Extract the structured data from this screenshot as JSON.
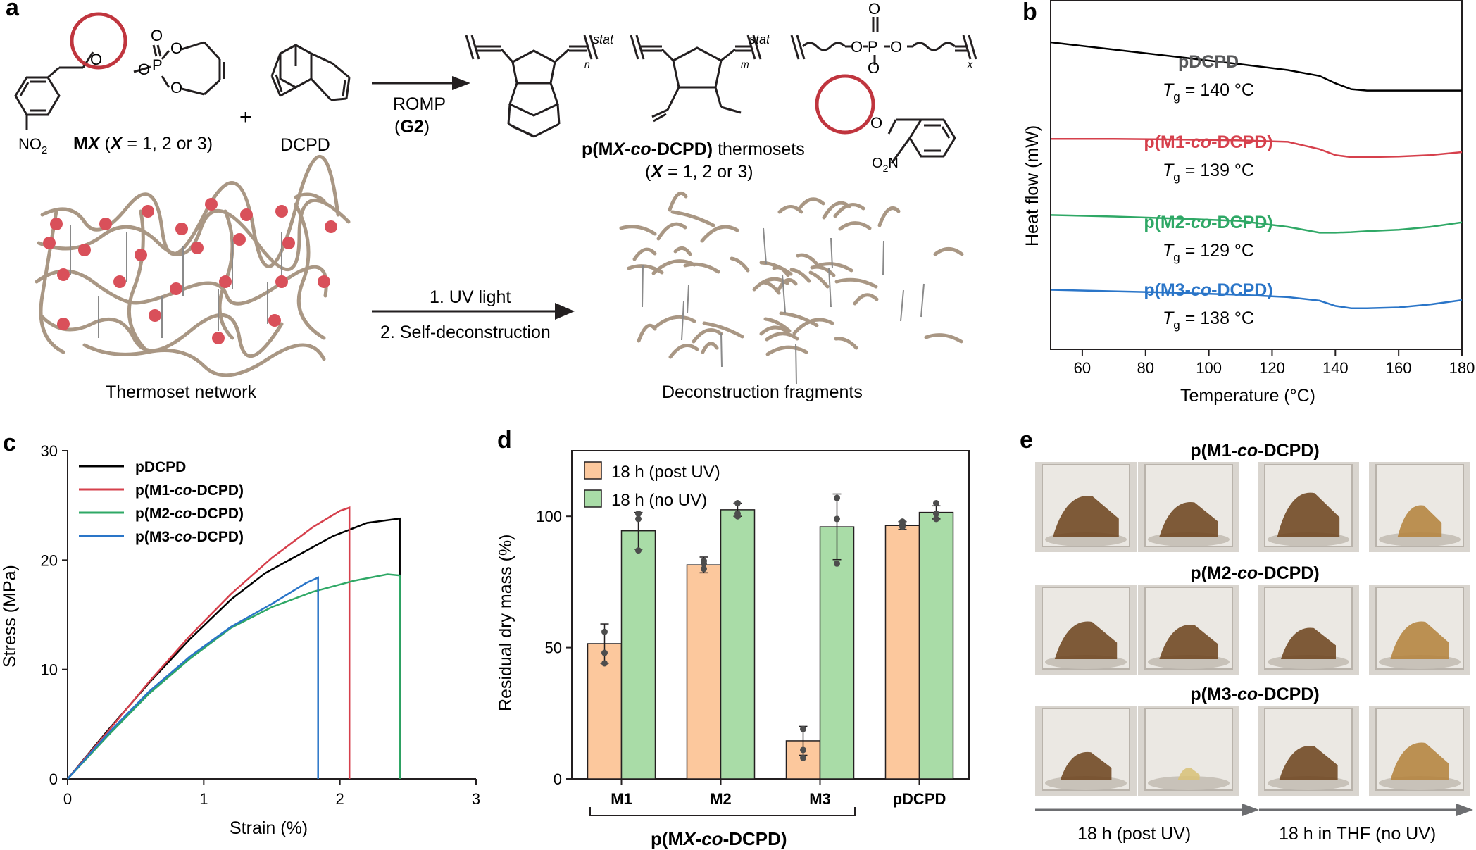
{
  "colors": {
    "black": "#000000",
    "red": "#d6404c",
    "green": "#2fa866",
    "blue": "#2a75c8",
    "ring": "#c0353e",
    "brown": "#a99784",
    "orange_bar": "#fcc89d",
    "green_bar": "#a9dca7",
    "text": "#231f20",
    "grey_arrow": "#6d6e71"
  },
  "panel_a": {
    "label": "a",
    "monomer": {
      "no2": "NO",
      "no2_sub": "2",
      "name_prefix": "M",
      "name_x": "X",
      "name_paren": " (",
      "name_x2": "X",
      "name_rest": " = 1, 2 or 3)"
    },
    "atoms": {
      "O": "O",
      "P": "P",
      "N": "N"
    },
    "plus": "+",
    "dcpd": "DCPD",
    "reagent": "ROMP",
    "catalyst_open": "(",
    "catalyst": "G2",
    "catalyst_close": ")",
    "polymer": {
      "stat1": "stat",
      "stat2": "stat",
      "n": "n",
      "m": "m",
      "x": "x",
      "name": "p(MX-co-DCPD) thermosets",
      "range": "(X = 1, 2 or 3)",
      "o2n": "O",
      "o2n_sub": "2",
      "o2n_n": "N"
    },
    "step1": "1. UV light",
    "step2": "2. Self-deconstruction",
    "network_label": "Thermoset network",
    "fragments_label": "Deconstruction fragments"
  },
  "panel_b": {
    "label": "b",
    "xlabel": "Temperature (°C)",
    "ylabel": "Heat flow (mW)",
    "ticks": [
      "60",
      "80",
      "100",
      "120",
      "140",
      "160",
      "180"
    ],
    "series": [
      {
        "name": "pDCPD",
        "tg_label": "T",
        "tg_sub": "g",
        "tg_value": " = 140 °C"
      },
      {
        "name": "p(M1-co-DCPD)",
        "tg_label": "T",
        "tg_sub": "g",
        "tg_value": " = 139 °C"
      },
      {
        "name": "p(M2-co-DCPD)",
        "tg_label": "T",
        "tg_sub": "g",
        "tg_value": " = 129 °C"
      },
      {
        "name": "p(M3-co-DCPD)",
        "tg_label": "T",
        "tg_sub": "g",
        "tg_value": " = 138 °C"
      }
    ]
  },
  "panel_c": {
    "label": "c",
    "xlabel": "Strain (%)",
    "ylabel": "Stress (MPa)",
    "xticks": [
      "0",
      "1",
      "2",
      "3"
    ],
    "yticks": [
      "0",
      "10",
      "20",
      "30"
    ],
    "legend": [
      "pDCPD",
      "p(M1-co-DCPD)",
      "p(M2-co-DCPD)",
      "p(M3-co-DCPD)"
    ]
  },
  "panel_d": {
    "label": "d",
    "ylabel": "Residual dry mass (%)",
    "yticks": [
      "0",
      "50",
      "100"
    ],
    "legend": [
      "18 h (post UV)",
      "18 h (no UV)"
    ],
    "categories": [
      "M1",
      "M2",
      "M3",
      "pDCPD"
    ],
    "group_label": "p(MX-co-DCPD)"
  },
  "panel_e": {
    "label": "e",
    "rows": [
      "p(M1-co-DCPD)",
      "p(M2-co-DCPD)",
      "p(M3-co-DCPD)"
    ],
    "arrow_left": "18 h (post UV)",
    "arrow_right": "18 h in THF (no UV)"
  },
  "chart_data": [
    {
      "type": "line",
      "panel": "b",
      "xlabel": "Temperature (°C)",
      "ylabel": "Heat flow (mW)",
      "xlim": [
        50,
        180
      ],
      "x": [
        50,
        70,
        90,
        110,
        125,
        135,
        140,
        145,
        150,
        160,
        170,
        180
      ],
      "series": [
        {
          "name": "pDCPD",
          "tg": 140,
          "values": [
            10.0,
            9.75,
            9.5,
            9.25,
            9.05,
            8.85,
            8.6,
            8.4,
            8.35,
            8.35,
            8.35,
            8.35
          ]
        },
        {
          "name": "p(M1-co-DCPD)",
          "tg": 139,
          "values": [
            6.7,
            6.7,
            6.68,
            6.65,
            6.6,
            6.35,
            6.15,
            6.08,
            6.08,
            6.1,
            6.15,
            6.25
          ]
        },
        {
          "name": "p(M2-co-DCPD)",
          "tg": 129,
          "values": [
            4.1,
            4.05,
            3.98,
            3.9,
            3.7,
            3.5,
            3.5,
            3.52,
            3.55,
            3.6,
            3.7,
            3.85
          ]
        },
        {
          "name": "p(M3-co-DCPD)",
          "tg": 138,
          "values": [
            1.55,
            1.5,
            1.45,
            1.38,
            1.3,
            1.18,
            1.0,
            0.92,
            0.92,
            0.95,
            1.05,
            1.2
          ]
        }
      ]
    },
    {
      "type": "line",
      "panel": "c",
      "xlabel": "Strain (%)",
      "ylabel": "Stress (MPa)",
      "xlim": [
        0,
        3
      ],
      "ylim": [
        0,
        30
      ],
      "series": [
        {
          "name": "pDCPD",
          "x": [
            0,
            0.3,
            0.6,
            0.9,
            1.2,
            1.45,
            1.7,
            1.95,
            2.2,
            2.44,
            2.44
          ],
          "y": [
            0,
            4.5,
            8.8,
            12.8,
            16.4,
            18.8,
            20.5,
            22.2,
            23.4,
            23.8,
            0
          ]
        },
        {
          "name": "p(M1-co-DCPD)",
          "x": [
            0,
            0.3,
            0.6,
            0.9,
            1.2,
            1.5,
            1.8,
            2.0,
            2.07,
            2.07
          ],
          "y": [
            0,
            4.4,
            8.9,
            13.1,
            16.9,
            20.2,
            23.0,
            24.5,
            24.8,
            0
          ]
        },
        {
          "name": "p(M2-co-DCPD)",
          "x": [
            0,
            0.3,
            0.6,
            0.9,
            1.2,
            1.5,
            1.8,
            2.1,
            2.35,
            2.44,
            2.44
          ],
          "y": [
            0,
            4.0,
            7.8,
            11.0,
            13.8,
            15.7,
            17.1,
            18.1,
            18.7,
            18.6,
            0
          ]
        },
        {
          "name": "p(M3-co-DCPD)",
          "x": [
            0,
            0.3,
            0.6,
            0.9,
            1.2,
            1.5,
            1.75,
            1.84,
            1.84
          ],
          "y": [
            0,
            4.2,
            8.0,
            11.2,
            13.9,
            16.0,
            17.9,
            18.4,
            0
          ]
        }
      ]
    },
    {
      "type": "bar",
      "panel": "d",
      "ylabel": "Residual dry mass (%)",
      "ylim": [
        0,
        125
      ],
      "categories": [
        "M1",
        "M2",
        "M3",
        "pDCPD"
      ],
      "series": [
        {
          "name": "18 h (post UV)",
          "values": [
            51.5,
            81.5,
            14.5,
            96.5
          ],
          "errors": [
            7.5,
            3.0,
            5.5,
            1.5
          ],
          "points": [
            [
              56,
              44,
              48
            ],
            [
              83,
              80,
              82
            ],
            [
              19,
              8,
              11
            ],
            [
              97,
              96,
              98
            ]
          ]
        },
        {
          "name": "18 h (no UV)",
          "values": [
            94.5,
            102.5,
            96.0,
            101.5
          ],
          "errors": [
            7.0,
            2.5,
            12.5,
            2.5
          ],
          "points": [
            [
              101,
              99,
              87
            ],
            [
              105,
              100,
              101
            ],
            [
              107,
              99,
              82
            ],
            [
              105,
              101,
              99
            ]
          ]
        }
      ]
    }
  ]
}
